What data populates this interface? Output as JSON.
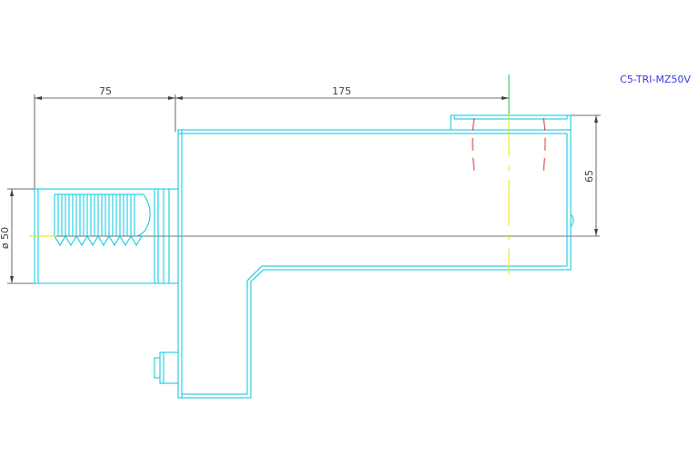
{
  "drawing": {
    "part_code": "C5-TRI-MZ50V",
    "dimensions": {
      "length_left": "75",
      "length_right": "175",
      "height": "65",
      "diameter": "ø 50"
    }
  },
  "colors": {
    "outline": "#00c8e0",
    "dimension": "#404040",
    "centerline": "#e6e600",
    "hidden": "#e03030",
    "axis_green": "#20c040",
    "title": "#3a3ae0"
  }
}
